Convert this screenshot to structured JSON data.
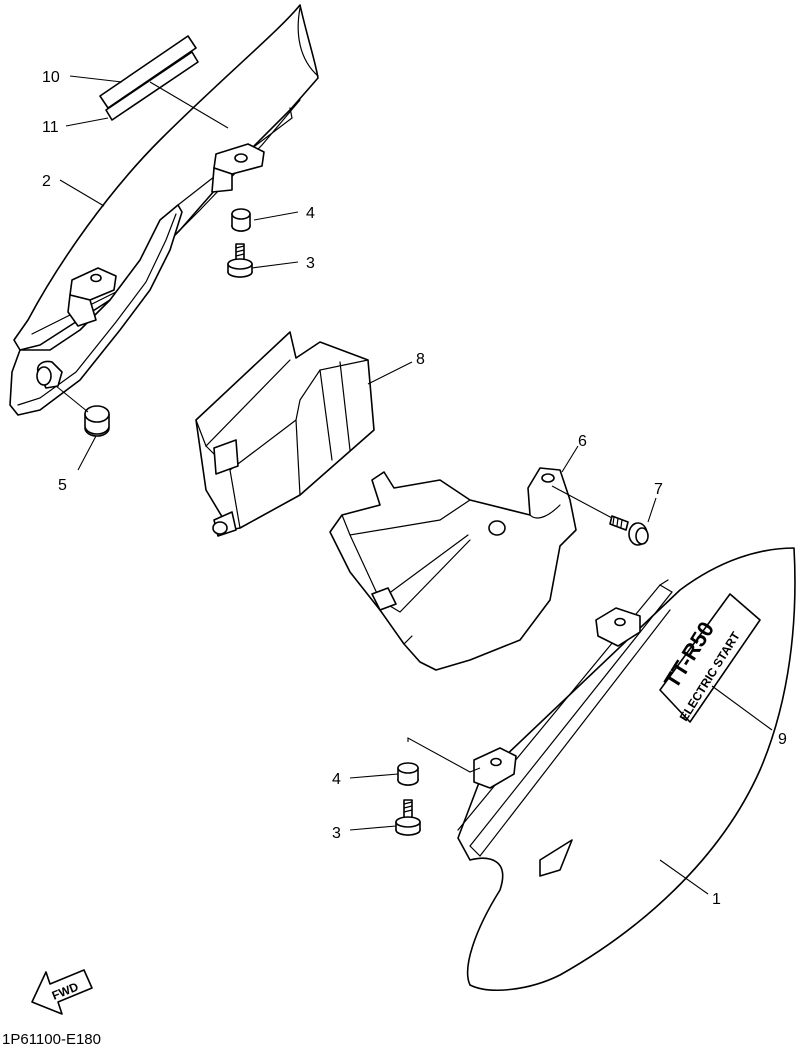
{
  "diagram_code": "1P61100-E180",
  "fwd_label": "FWD",
  "decal": {
    "model": "TT-R50",
    "line": "ELECTRIC START"
  },
  "callouts": [
    {
      "id": "10",
      "label": "10"
    },
    {
      "id": "11",
      "label": "11"
    },
    {
      "id": "2a",
      "label": "2"
    },
    {
      "id": "4a",
      "label": "4"
    },
    {
      "id": "3a",
      "label": "3"
    },
    {
      "id": "8",
      "label": "8"
    },
    {
      "id": "5",
      "label": "5"
    },
    {
      "id": "6",
      "label": "6"
    },
    {
      "id": "7",
      "label": "7"
    },
    {
      "id": "9",
      "label": "9"
    },
    {
      "id": "4b",
      "label": "4"
    },
    {
      "id": "3b",
      "label": "3"
    },
    {
      "id": "1",
      "label": "1"
    }
  ]
}
